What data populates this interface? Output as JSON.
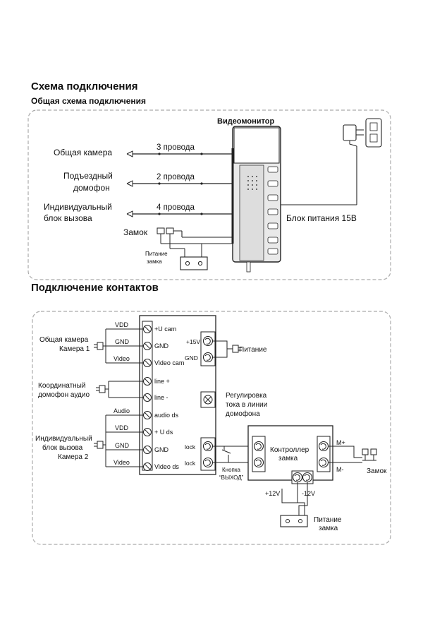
{
  "headings": {
    "title": "Схема подключения",
    "general_scheme": "Общая схема подключения",
    "contacts": "Подключение контактов"
  },
  "general": {
    "monitor_label": "Видеомонитор",
    "camera": "Общая камера",
    "camera_wires": "3 провода",
    "entry_line1": "Подъездный",
    "entry_line2": "домофон",
    "entry_wires": "2 провода",
    "call_line1": "Индивидуальный",
    "call_line2": "блок вызова",
    "call_wires": "4 провода",
    "lock": "Замок",
    "lock_power_line1": "Питание",
    "lock_power_line2": "замка",
    "psu": "Блок питания 15В"
  },
  "contacts": {
    "cam1_line1": "Общая камера",
    "cam1_line2": "Камера 1",
    "cam1_pins": [
      "VDD",
      "GND",
      "Video"
    ],
    "coord_line1": "Координатный",
    "coord_line2": "домофон аудио",
    "cam2_line1": "Индивидуальный",
    "cam2_line2": "блок вызова",
    "cam2_line3": "Камера 2",
    "cam2_pins": [
      "Audio",
      "VDD",
      "GND",
      "Video"
    ],
    "terminals": [
      "+U cam",
      "GND",
      "Video cam",
      "line +",
      "line -",
      "audio ds",
      "+ U ds",
      "GND",
      "Video ds"
    ],
    "power_block": [
      "+15V",
      "GND"
    ],
    "power_label": "Питание",
    "regulator_line1": "Регулировка",
    "regulator_line2": "тока в линии",
    "regulator_line3": "домофона",
    "lock_terms": [
      "lock",
      "lock"
    ],
    "button_line1": "Кнопка",
    "button_line2": "“ВЫХОД”",
    "controller_line1": "Контроллер",
    "controller_line2": "замка",
    "m_plus": "M+",
    "m_minus": "M-",
    "lock_label": "Замок",
    "v_plus": "+12V",
    "v_minus": "-12V",
    "lock_power_line1": "Питание",
    "lock_power_line2": "замка"
  }
}
